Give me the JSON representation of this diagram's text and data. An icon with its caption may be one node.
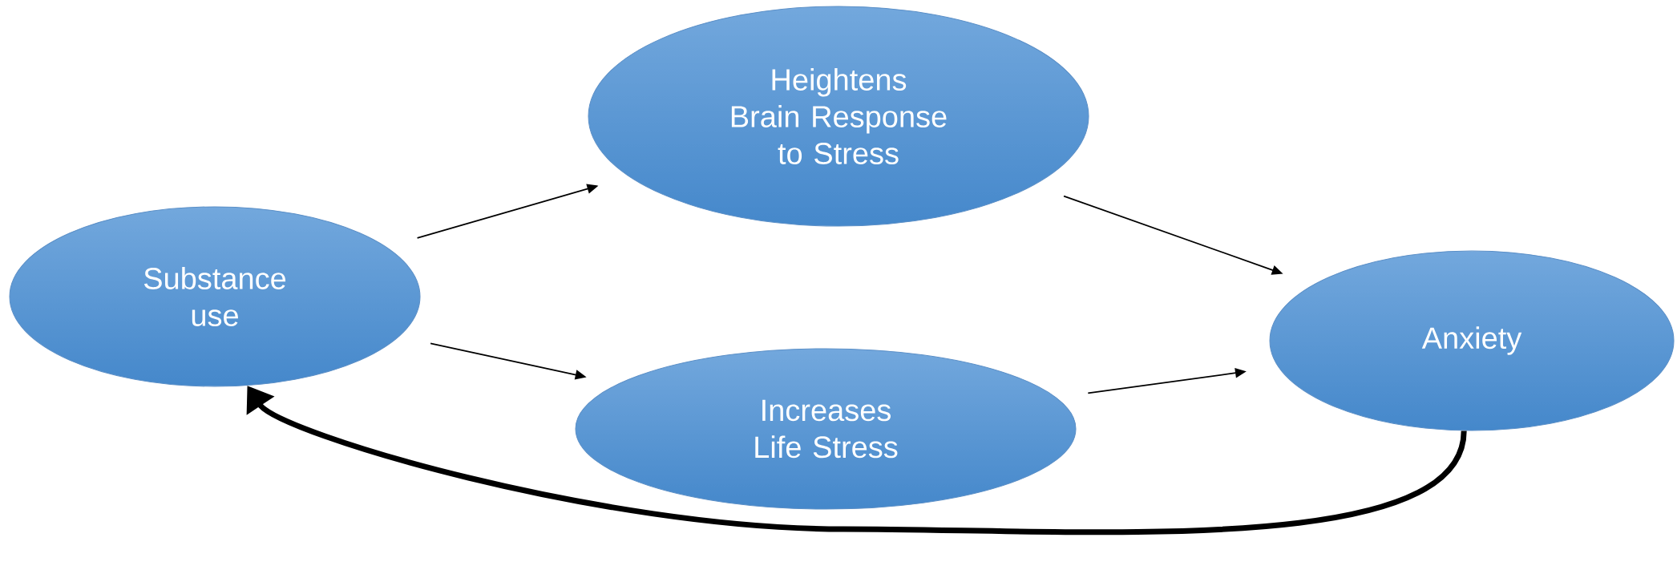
{
  "diagram": {
    "nodes": [
      {
        "text": [
          "Substance use"
        ]
      },
      {
        "text": [
          "Heightens Brain Response to Stress"
        ]
      },
      {
        "text": [
          "Increases Life Stress"
        ]
      },
      {
        "text": [
          "Anxiety"
        ]
      }
    ],
    "edges": [
      {
        "from": 0,
        "to": 1,
        "arrow": "to"
      },
      {
        "from": 0,
        "to": 2,
        "arrow": "to"
      },
      {
        "from": 1,
        "to": 3,
        "arrow": "to"
      },
      {
        "from": 2,
        "to": 3,
        "arrow": "to"
      },
      {
        "from": 3,
        "to": 0,
        "arrow": "to",
        "style": "thick"
      }
    ]
  }
}
